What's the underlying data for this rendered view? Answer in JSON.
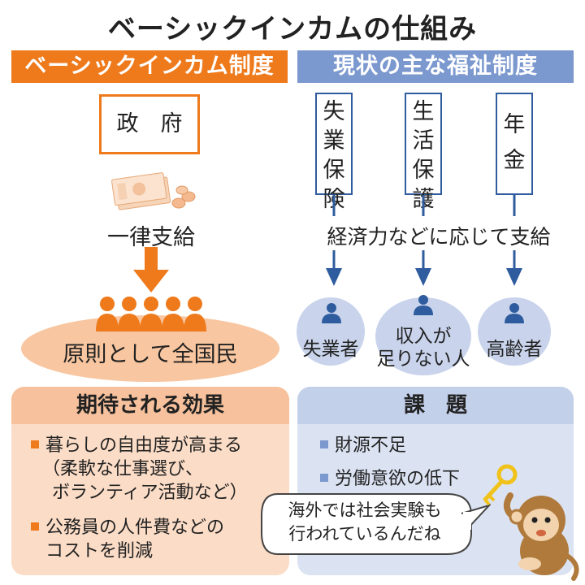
{
  "title": "ベーシックインカムの仕組み",
  "left": {
    "header": "ベーシックインカム制度",
    "government": "政　府",
    "payment": "一律支給",
    "recipients": "原則として全国民"
  },
  "right": {
    "header": "現状の主な福祉制度",
    "systems": [
      {
        "label": "失業保険",
        "chars": [
          "失",
          "業",
          "保",
          "険"
        ]
      },
      {
        "label": "生活保護",
        "chars": [
          "生",
          "活",
          "保",
          "護"
        ]
      },
      {
        "label": "年金",
        "chars": [
          "年",
          "金"
        ]
      }
    ],
    "payment": "経済力などに応じて支給",
    "recipients": [
      {
        "line1": "失業者",
        "line2": ""
      },
      {
        "line1": "収入が",
        "line2": "足りない人"
      },
      {
        "line1": "高齢者",
        "line2": ""
      }
    ]
  },
  "effects": {
    "title": "期待される効果",
    "items": [
      {
        "line1": "暮らしの自由度が高まる",
        "line2": "（柔軟な仕事選び、",
        "line3": "ボランティア活動など）"
      },
      {
        "line1": "公務員の人件費などの",
        "line2": "コストを削減",
        "line3": ""
      }
    ]
  },
  "issues": {
    "title": "課　題",
    "items": [
      "財源不足",
      "労働意欲の低下"
    ]
  },
  "bubble": {
    "line1": "海外では社会実験も",
    "line2": "行われているんだね"
  },
  "colors": {
    "orange": "#ee7a1c",
    "orange_light": "#f8c6a0",
    "orange_panel": "#fbdcc6",
    "blue": "#7b98cf",
    "blue_dark": "#2f5c9e",
    "blue_light": "#c9d4ec",
    "blue_panel": "#dbe3f3"
  },
  "icons": [
    "money-icon",
    "coins-icon",
    "person-icon",
    "key-icon",
    "monkey-icon"
  ]
}
